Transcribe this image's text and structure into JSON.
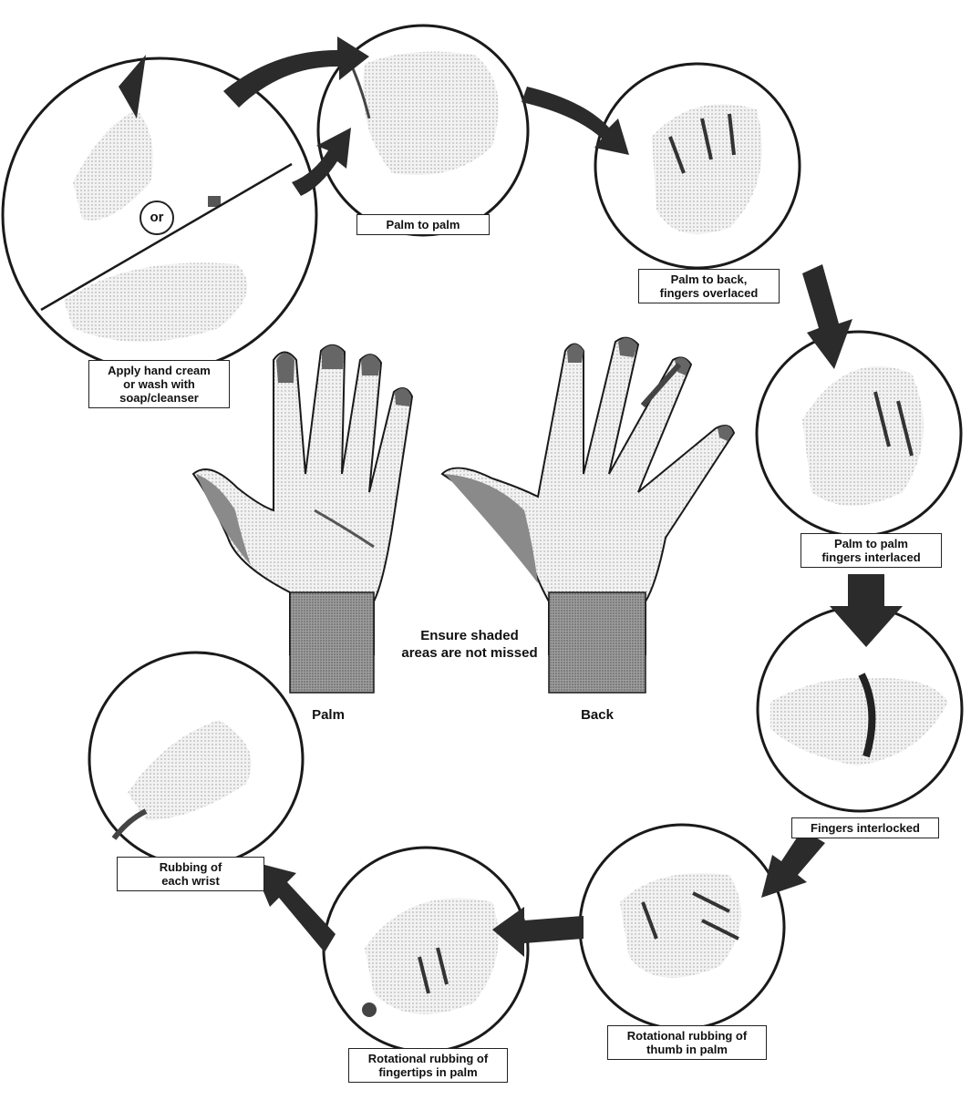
{
  "steps": [
    {
      "id": "apply",
      "lines": [
        "Apply hand cream",
        "or wash with",
        "soap/cleanser"
      ],
      "or_label": "or"
    },
    {
      "id": "palm-to-palm",
      "lines": [
        "Palm to palm"
      ]
    },
    {
      "id": "palm-to-back",
      "lines": [
        "Palm to back,",
        "fingers overlaced"
      ]
    },
    {
      "id": "palm-fingers-interlaced",
      "lines": [
        "Palm to palm",
        "fingers interlaced"
      ]
    },
    {
      "id": "fingers-interlocked",
      "lines": [
        "Fingers interlocked"
      ]
    },
    {
      "id": "thumb",
      "lines": [
        "Rotational rubbing of",
        "thumb in palm"
      ]
    },
    {
      "id": "fingertips",
      "lines": [
        "Rotational rubbing of",
        "fingertips in palm"
      ]
    },
    {
      "id": "wrist",
      "lines": [
        "Rubbing of",
        "each wrist"
      ]
    }
  ],
  "center": {
    "note_lines": [
      "Ensure shaded",
      "areas are not missed"
    ],
    "palm_label": "Palm",
    "back_label": "Back"
  },
  "colors": {
    "arrow": "#2b2b2b",
    "shade": "#8a8a8a",
    "skin": "#e6e6e6",
    "outline": "#1a1a1a"
  }
}
